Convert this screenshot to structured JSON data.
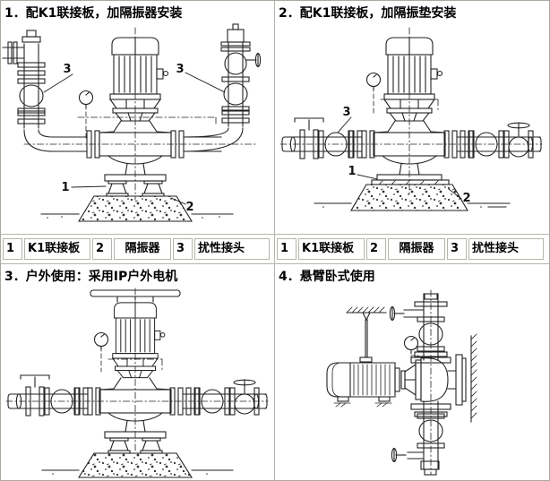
{
  "panels": [
    {
      "title": "1．配K1联接板，加隔振器安装"
    },
    {
      "title": "2．配K1联接板，加隔振垫安装"
    },
    {
      "title": "3．户外使用：采用IP户外电机"
    },
    {
      "title": "4．悬臂卧式使用"
    }
  ],
  "legend": {
    "items": [
      {
        "num": "1",
        "label": "K1联接板"
      },
      {
        "num": "2",
        "label": "隔振器"
      },
      {
        "num": "3",
        "label": "扰性接头"
      }
    ]
  },
  "colors": {
    "ink": "#222222",
    "frame_border": "#a9a9a0",
    "cell_border": "#b5b5ad",
    "background": "#ffffff"
  }
}
